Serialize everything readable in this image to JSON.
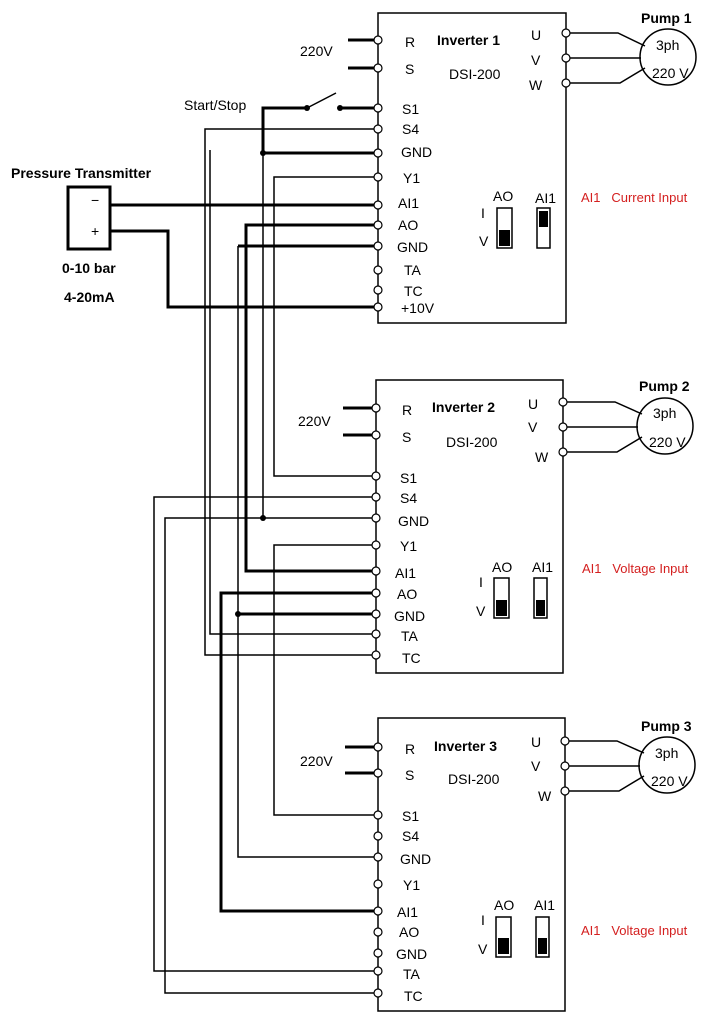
{
  "transmitter": {
    "title": "Pressure Transmitter",
    "minus": "−",
    "plus": "+",
    "range": "0-10 bar",
    "signal": "4-20mA"
  },
  "start_stop": "Start/Stop",
  "inverters": [
    {
      "name": "Inverter 1",
      "model": "DSI-200",
      "supply": "220V",
      "pump": "Pump 1",
      "motor_phase": "3ph",
      "motor_voltage": "220 V",
      "ai1_mode": "AI1   Current Input",
      "switches": {
        "ao": "AO",
        "ai1": "AI1",
        "i": "I",
        "v": "V",
        "ao_pos": "V",
        "ai1_pos": "I"
      }
    },
    {
      "name": "Inverter 2",
      "model": "DSI-200",
      "supply": "220V",
      "pump": "Pump 2",
      "motor_phase": "3ph",
      "motor_voltage": "220 V",
      "ai1_mode": "AI1   Voltage Input",
      "switches": {
        "ao": "AO",
        "ai1": "AI1",
        "i": "I",
        "v": "V",
        "ao_pos": "V",
        "ai1_pos": "V"
      }
    },
    {
      "name": "Inverter 3",
      "model": "DSI-200",
      "supply": "220V",
      "pump": "Pump 3",
      "motor_phase": "3ph",
      "motor_voltage": "220 V",
      "ai1_mode": "AI1   Voltage Input",
      "switches": {
        "ao": "AO",
        "ai1": "AI1",
        "i": "I",
        "v": "V",
        "ao_pos": "V",
        "ai1_pos": "V"
      }
    }
  ],
  "terminals": {
    "power": [
      "R",
      "S"
    ],
    "motor": [
      "U",
      "V",
      "W"
    ],
    "inv1": [
      "S1",
      "S4",
      "GND",
      "Y1",
      "AI1",
      "AO",
      "GND",
      "TA",
      "TC",
      "+10V"
    ],
    "inv2": [
      "S1",
      "S4",
      "GND",
      "Y1",
      "AI1",
      "AO",
      "GND",
      "TA",
      "TC"
    ],
    "inv3": [
      "S1",
      "S4",
      "GND",
      "Y1",
      "AI1",
      "AO",
      "GND",
      "TA",
      "TC"
    ]
  }
}
